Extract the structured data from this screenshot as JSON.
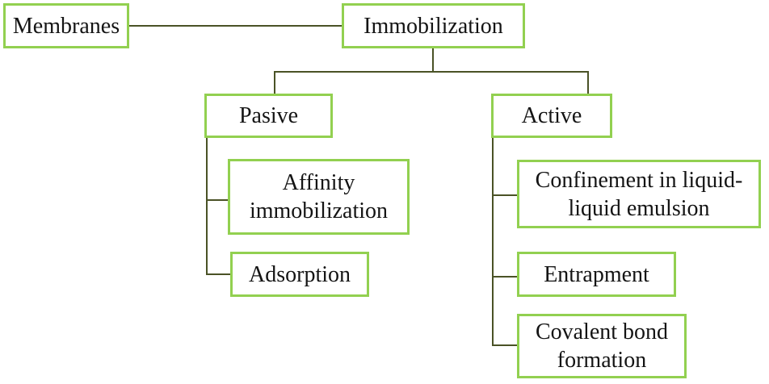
{
  "diagram": {
    "type": "tree",
    "topic": "Membrane immobilization methods",
    "colors": {
      "box_border": "#92D050",
      "connector": "#4A5226",
      "text": "#141414",
      "background": "#FFFFFF"
    },
    "nodes": [
      {
        "id": "membranes",
        "label": "Membranes"
      },
      {
        "id": "immobilization",
        "label": "Immobilization"
      },
      {
        "id": "pasive",
        "label": "Pasive"
      },
      {
        "id": "active",
        "label": "Active"
      },
      {
        "id": "affinity",
        "label": "Affinity immobilization"
      },
      {
        "id": "adsorption",
        "label": "Adsorption"
      },
      {
        "id": "confinement",
        "label": "Confinement in liquid-liquid emulsion"
      },
      {
        "id": "entrapment",
        "label": "Entrapment"
      },
      {
        "id": "covalent",
        "label": "Covalent bond formation"
      }
    ],
    "edges": [
      {
        "from": "membranes",
        "to": "immobilization"
      },
      {
        "from": "immobilization",
        "to": "pasive"
      },
      {
        "from": "immobilization",
        "to": "active"
      },
      {
        "from": "pasive",
        "to": "affinity"
      },
      {
        "from": "pasive",
        "to": "adsorption"
      },
      {
        "from": "active",
        "to": "confinement"
      },
      {
        "from": "active",
        "to": "entrapment"
      },
      {
        "from": "active",
        "to": "covalent"
      }
    ]
  }
}
